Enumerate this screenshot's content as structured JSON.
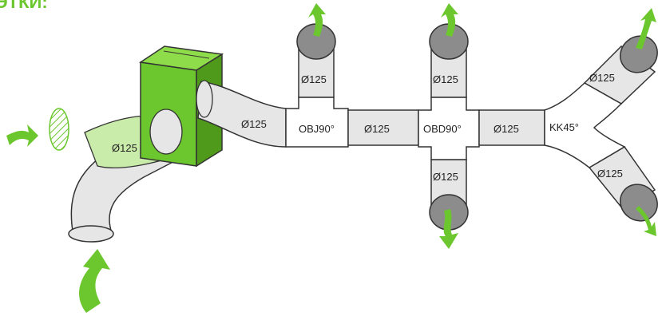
{
  "title_fragment": "ЭТКИ:",
  "colors": {
    "duct_fill": "#e6e6e6",
    "duct_stroke": "#333333",
    "fitting_fill": "#ffffff",
    "unit_green": "#6cc72e",
    "unit_green_dark": "#4f9a1a",
    "unit_green_light": "#8fdc4a",
    "filter_fill": "#c9ecaa",
    "arrow_green": "#6cc72e",
    "cap_gray": "#8c8c8c"
  },
  "icons": [
    "airflow-arrow-icon",
    "filter-hatched-icon",
    "diffuser-cap-icon"
  ],
  "labels": {
    "inlet_duct": "Ø125",
    "main_duct_1": "Ø125",
    "fitting_obj": "OBJ90°",
    "branch_obj_up": "Ø125",
    "main_duct_2": "Ø125",
    "fitting_obd": "OBD90°",
    "branch_obd_up": "Ø125",
    "branch_obd_down": "Ø125",
    "main_duct_3": "Ø125",
    "fitting_kk": "KK45°",
    "branch_kk_up": "Ø125",
    "branch_kk_down": "Ø125"
  }
}
